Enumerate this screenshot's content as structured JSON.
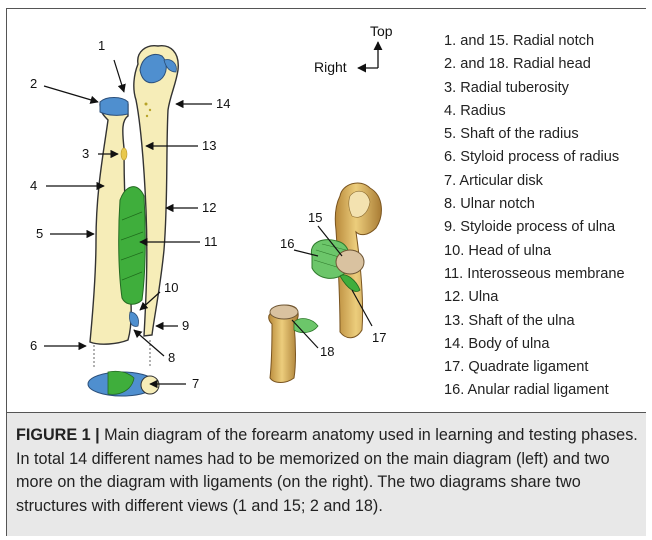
{
  "orientation": {
    "top": "Top",
    "right": "Right"
  },
  "legend": [
    "1. and 15. Radial notch",
    "2. and 18. Radial head",
    "3. Radial tuberosity",
    "4. Radius",
    "5. Shaft of the radius",
    "6. Styloid process of radius",
    "7. Articular disk",
    "8. Ulnar notch",
    "9. Styloide process of ulna",
    "10. Head of ulna",
    "11. Interosseous membrane",
    "12. Ulna",
    "13. Shaft of the ulna",
    "14. Body of ulna",
    "17. Quadrate ligament",
    "16. Anular radial ligament"
  ],
  "callouts": [
    "1",
    "2",
    "3",
    "4",
    "5",
    "6",
    "7",
    "8",
    "9",
    "10",
    "11",
    "12",
    "13",
    "14",
    "15",
    "16",
    "17",
    "18"
  ],
  "caption": {
    "label": "FIGURE 1 |",
    "text": " Main diagram of the forearm anatomy used in learning and testing phases. In total 14 different names had to be memorized on the main diagram (left) and two more on the diagram with ligaments (on the right). The two diagrams share two structures with different views (1 and 15; 2 and 18)."
  },
  "colors": {
    "bone": "#f6edb8",
    "cartilage": "#4f8fcf",
    "membrane": "#3fae3c",
    "ligament_green": "#6cc66a",
    "bone_3d": "#e7c676"
  }
}
